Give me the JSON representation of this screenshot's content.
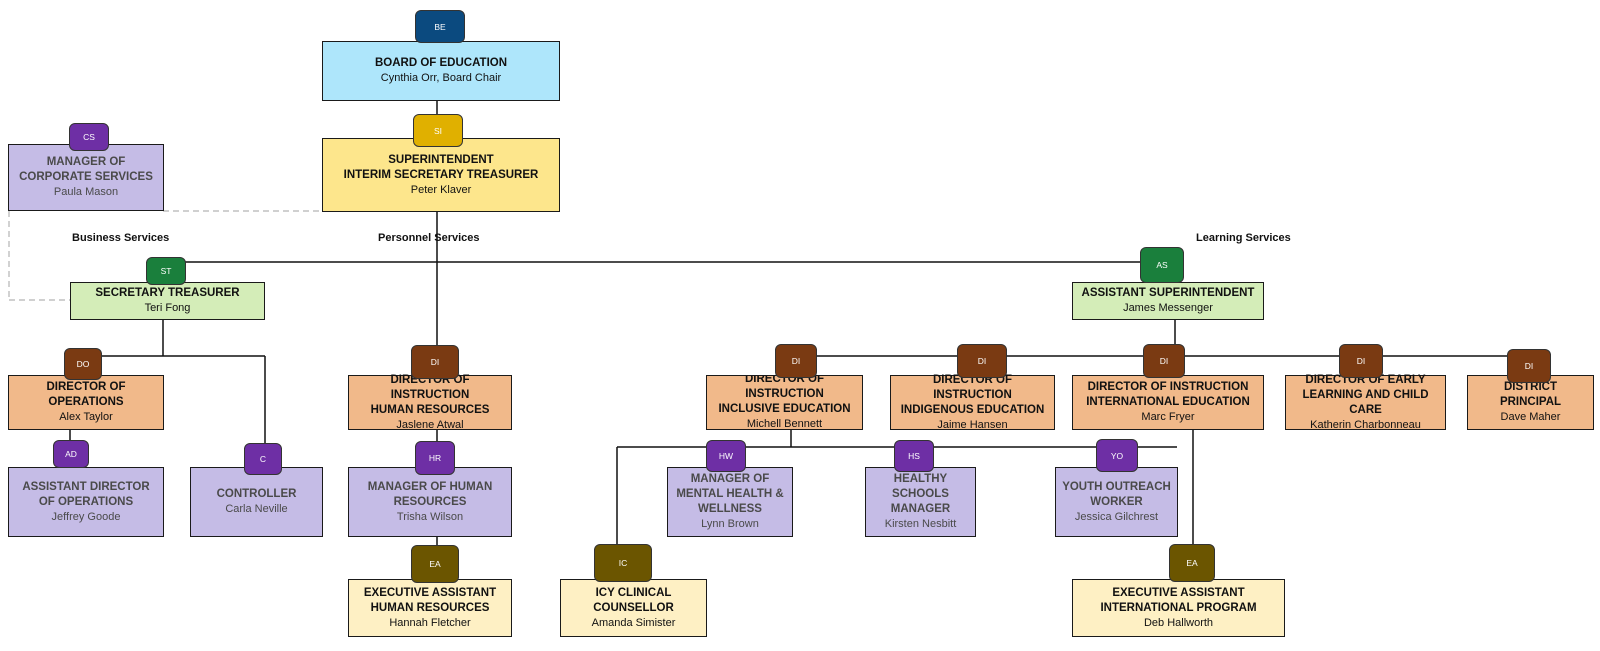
{
  "colors": {
    "board": "#aee6fb",
    "superintendent": "#fde68c",
    "secretary": "#d4edb8",
    "director": "#f1b98a",
    "manager": "#c5bce6",
    "assistant": "#fef0c4",
    "badge_be": "#0b4a7f",
    "badge_si": "#e0b000",
    "badge_green": "#1a7f3c",
    "badge_brown": "#7a3a12",
    "badge_purple": "#6e2fa5",
    "badge_olive": "#6b5500"
  },
  "sections": {
    "business": "Business Services",
    "personnel": "Personnel Services",
    "learning": "Learning Services"
  },
  "nodes": {
    "board": {
      "badge": "BE",
      "title": "BOARD OF EDUCATION",
      "name": "Cynthia Orr, Board Chair"
    },
    "corporate": {
      "badge": "CS",
      "title": "MANAGER OF\nCORPORATE SERVICES",
      "name": "Paula Mason"
    },
    "superintendent": {
      "badge": "SI",
      "title": "SUPERINTENDENT\nINTERIM SECRETARY TREASURER",
      "name": "Peter Klaver"
    },
    "sectreasurer": {
      "badge": "ST",
      "title": "SECRETARY TREASURER",
      "name": "Teri Fong"
    },
    "asstsuper": {
      "badge": "AS",
      "title": "ASSISTANT SUPERINTENDENT",
      "name": "James Messenger"
    },
    "dirops": {
      "badge": "DO",
      "title": "DIRECTOR OF OPERATIONS",
      "name": "Alex Taylor"
    },
    "asstdirops": {
      "badge": "AD",
      "title": "ASSISTANT DIRECTOR\nOF OPERATIONS",
      "name": "Jeffrey Goode"
    },
    "controller": {
      "badge": "C",
      "title": "CONTROLLER",
      "name": "Carla Neville"
    },
    "dirhr": {
      "badge": "DI",
      "title": "DIRECTOR OF INSTRUCTION\nHUMAN RESOURCES",
      "name": "Jaslene Atwal"
    },
    "mgrhr": {
      "badge": "HR",
      "title": "MANAGER OF HUMAN\nRESOURCES",
      "name": "Trisha Wilson"
    },
    "eahr": {
      "badge": "EA",
      "title": "EXECUTIVE ASSISTANT\nHUMAN RESOURCES",
      "name": "Hannah Fletcher"
    },
    "dirincl": {
      "badge": "DI",
      "title": "DIRECTOR OF\nINSTRUCTION\nINCLUSIVE EDUCATION",
      "name": "Michell Bennett"
    },
    "dirindig": {
      "badge": "DI",
      "title": "DIRECTOR OF INSTRUCTION\nINDIGENOUS EDUCATION",
      "name": "Jaime Hansen"
    },
    "dirintl": {
      "badge": "DI",
      "title": "DIRECTOR OF INSTRUCTION\nINTERNATIONAL EDUCATION",
      "name": "Marc Fryer"
    },
    "direarly": {
      "badge": "DI",
      "title": "DIRECTOR OF EARLY\nLEARNING AND CHILD CARE",
      "name": "Katherin Charbonneau"
    },
    "distprin": {
      "badge": "DI",
      "title": "DISTRICT PRINCIPAL",
      "name": "Dave Maher"
    },
    "mentalhealth": {
      "badge": "HW",
      "title": "MANAGER OF\nMENTAL HEALTH &\nWELLNESS",
      "name": "Lynn Brown"
    },
    "healthy": {
      "badge": "HS",
      "title": "HEALTHY\nSCHOOLS\nMANAGER",
      "name": "Kirsten Nesbitt"
    },
    "youth": {
      "badge": "YO",
      "title": "YOUTH OUTREACH\nWORKER",
      "name": "Jessica Gilchrest"
    },
    "icy": {
      "badge": "IC",
      "title": "ICY CLINICAL\nCOUNSELLOR",
      "name": "Amanda Simister"
    },
    "eaintl": {
      "badge": "EA",
      "title": "EXECUTIVE ASSISTANT\nINTERNATIONAL PROGRAM",
      "name": "Deb Hallworth"
    }
  }
}
